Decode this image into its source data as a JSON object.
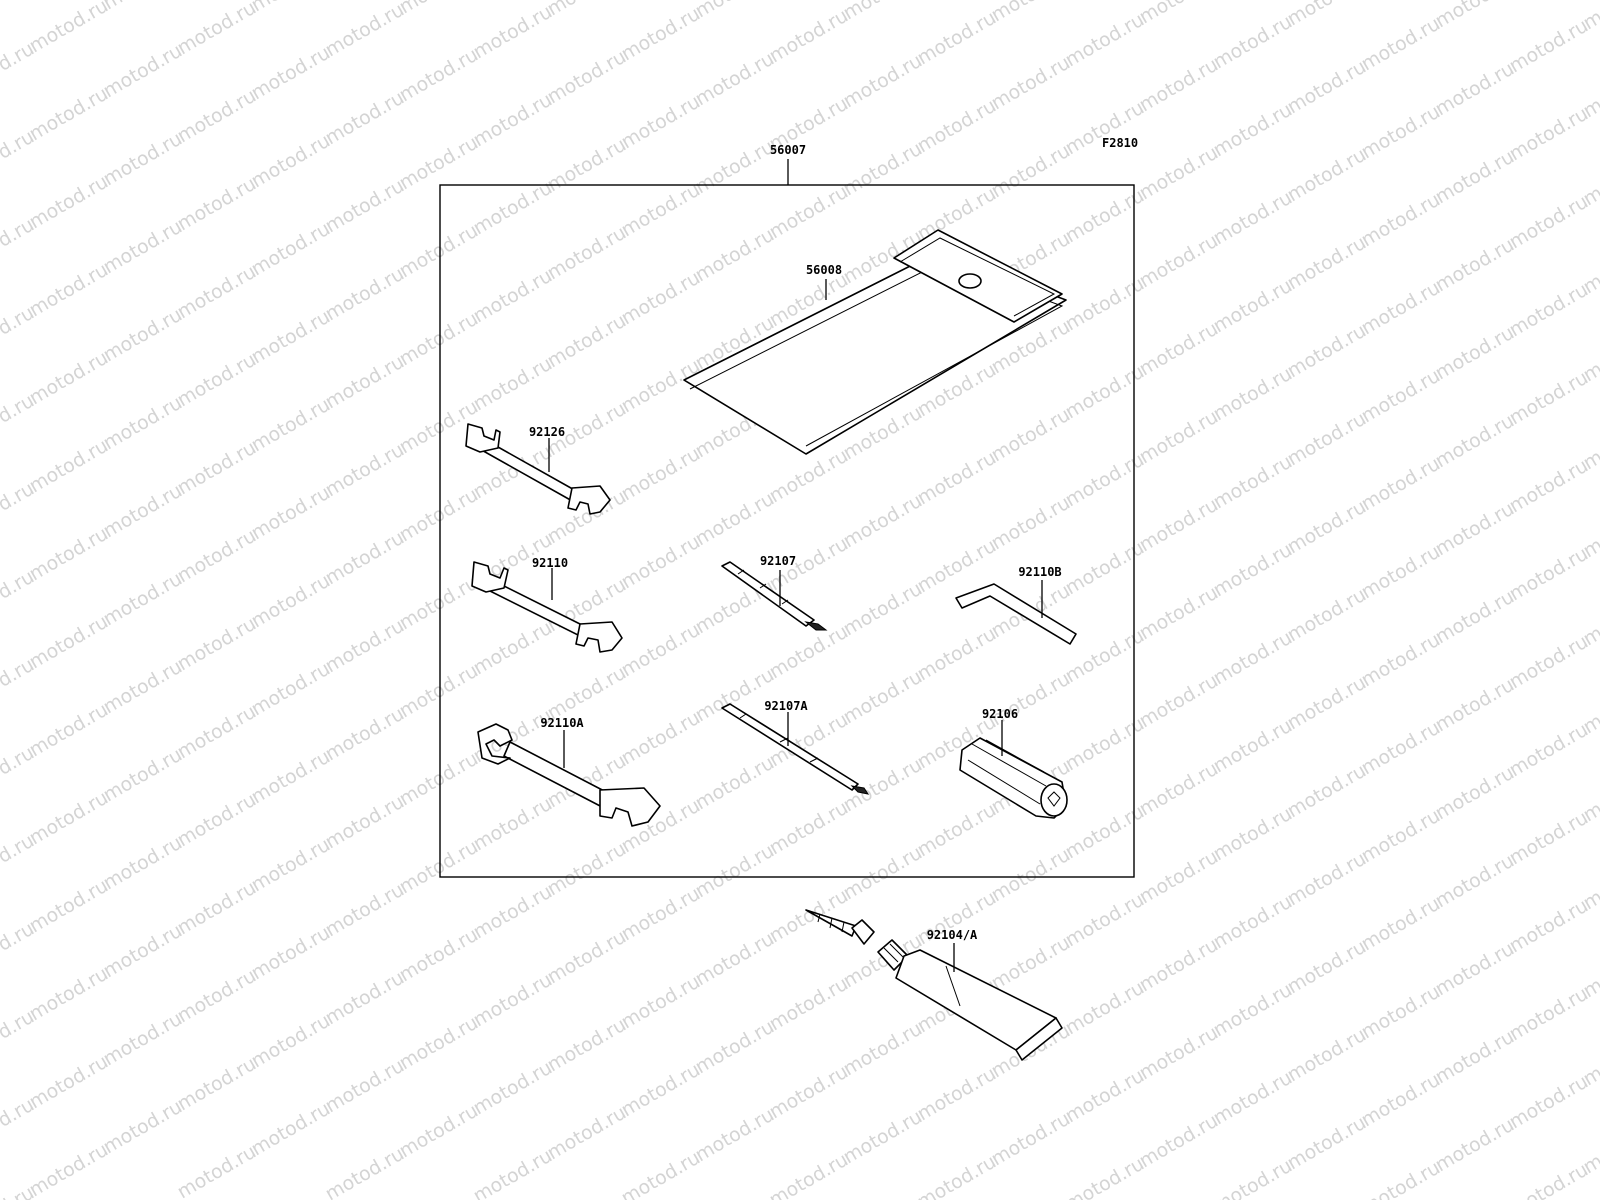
{
  "watermark": {
    "text": "motod.ru"
  },
  "figure": {
    "code": "F2810"
  },
  "parts": {
    "kit": "56007",
    "pouch": "56008",
    "wrench_small": "92126",
    "wrench_mid": "92110",
    "wrench_large": "92110A",
    "screwdriver": "92107",
    "screwdriver_b": "92107A",
    "hex_key": "92110B",
    "socket": "92106",
    "grease": "92104/A"
  }
}
